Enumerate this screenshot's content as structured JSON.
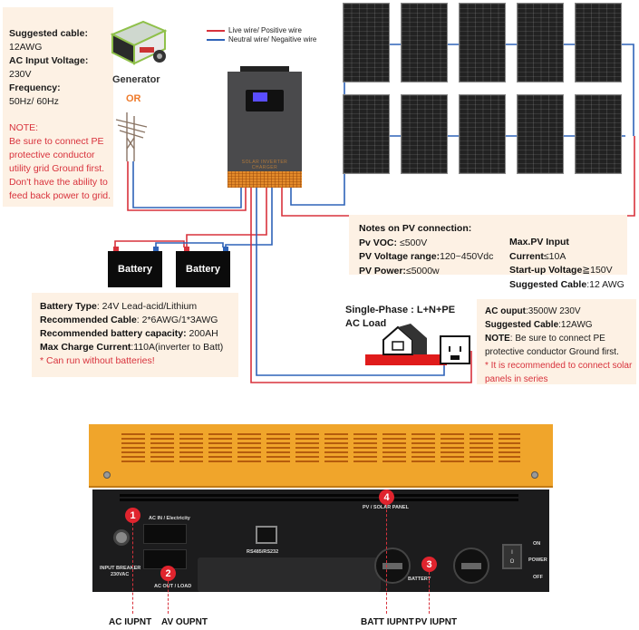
{
  "legend": {
    "live": {
      "label": "Live wire/ Positive wire",
      "color": "#d8323c"
    },
    "neutral": {
      "label": "Neutral wire/ Negaitive wire",
      "color": "#2e63b8"
    }
  },
  "ac_input_note": {
    "cable_label": "Suggested cable",
    "cable_value": "12AWG",
    "voltage_label": "AC Input Voltage",
    "voltage_value": "230V",
    "frequency_label": "Frequency",
    "frequency_value": "50Hz/ 60Hz",
    "note_title": "NOTE:",
    "note_text": "Be sure to connect PE protective conductor utility grid Ground first. Don't have the ability to feed back power to grid."
  },
  "sources": {
    "generator_label": "Generator",
    "or_label": "OR",
    "generator_icon": "generator-icon",
    "grid_icon": "utility-pole-icon"
  },
  "inverter": {
    "icon": "inverter-icon",
    "brand_text": "SOLAR INVERTER CHARGER"
  },
  "solar_array": {
    "rows": 2,
    "panels_per_row": 5,
    "icon": "solar-panel-icon"
  },
  "pv_note": {
    "title": "Notes on PV connection:",
    "voc_label": "Pv VOC: ",
    "voc_value": "≤500V",
    "range_label": "PV Voltage range:",
    "range_value": "120~450Vdc",
    "power_label": "PV Power:",
    "power_value": "≤5000w",
    "current_label": "Max.PV Input Current",
    "current_value": "≤10A",
    "startup_label": "Start-up Voltage",
    "startup_value": "≧150V",
    "cable_label": "Suggested Cable",
    "cable_value": ":12 AWG"
  },
  "batteries": [
    {
      "label": "Battery"
    },
    {
      "label": "Battery"
    }
  ],
  "battery_note": {
    "type_label": "Battery Type",
    "type_value": ": 24V Lead-acid/Lithium",
    "cable_label": "Recommended Cable",
    "cable_value": ": 2*6AWG/1*3AWG",
    "capacity_label": "Recommended battery capacity:",
    "capacity_value": " 200AH",
    "charge_label": "Max Charge Current",
    "charge_value": ":110A(inverter to Batt)",
    "warning": "* Can run without batteries!"
  },
  "ac_load": {
    "phase_label": "Single-Phase : L+N+PE",
    "load_label": "AC Load",
    "house_icon": "house-icon",
    "socket_icon": "socket-icon"
  },
  "ac_output_note": {
    "output_label": "AC ouput",
    "output_value": ":3500W 230V",
    "cable_label": "Suggested Cable",
    "cable_value": ":12AWG",
    "note_label": "NOTE",
    "note_value": ": Be sure to connect PE protective conductor Ground first.",
    "recommend": "* It is recommended to connect solar panels in series"
  },
  "device_panel": {
    "ac_in_label": "AC IN / Electricity",
    "ac_out_label": "AC OUT / LOAD",
    "breaker_label_1": "INPUT BREAKER",
    "breaker_label_2": "230VAC",
    "rs485_label": "RS485/RS232",
    "pv_label": "PV / SOLAR PANEL",
    "battery_label": "BATTERY",
    "switch_on": "ON",
    "switch_power": "POWER",
    "switch_off": "OFF",
    "switch_i": "I",
    "switch_o": "O"
  },
  "callouts": [
    {
      "number": "1",
      "label": "AC IUPNT"
    },
    {
      "number": "2",
      "label": "AV OUPNT"
    },
    {
      "number": "3",
      "label": "PV IUPNT"
    },
    {
      "number": "4",
      "label": "BATT IUPNT"
    }
  ]
}
